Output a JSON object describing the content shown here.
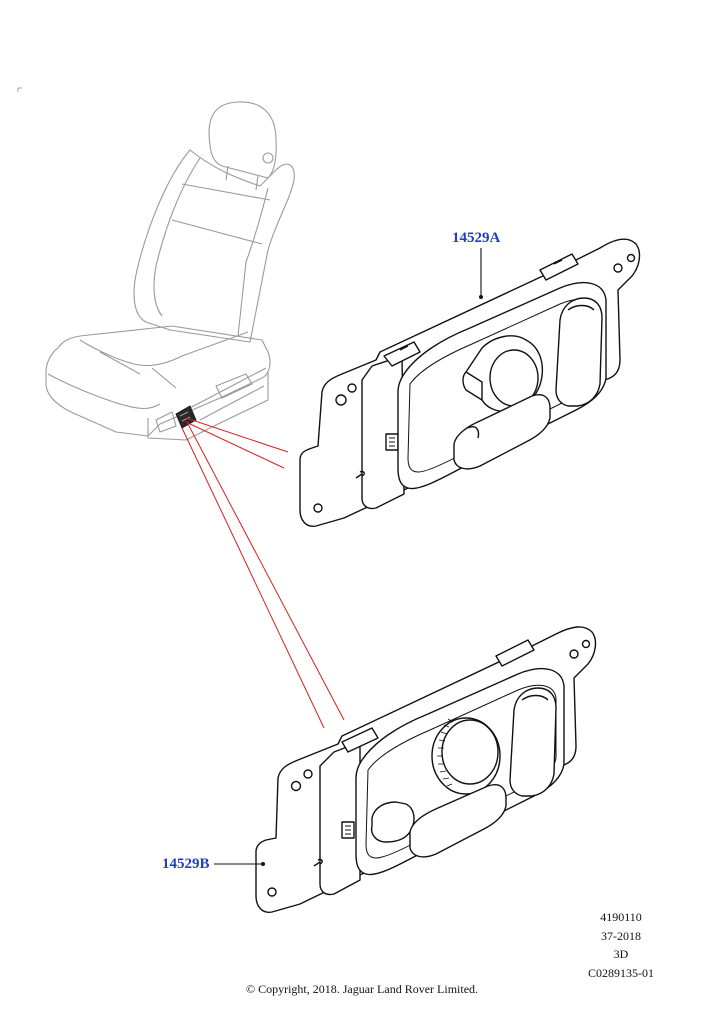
{
  "callouts": {
    "part_a": "14529A",
    "part_b": "14529B"
  },
  "meta": {
    "line1": "4190110",
    "line2": "37-2018",
    "line3": "3D",
    "line4": "C0289135-01"
  },
  "copyright": "© Copyright, 2018. Jaguar Land Rover Limited.",
  "colors": {
    "callout_text": "#1f3fbf",
    "leader_line": "#d42020",
    "line_art": "#111111",
    "seat_outline": "#9a9a9a"
  }
}
